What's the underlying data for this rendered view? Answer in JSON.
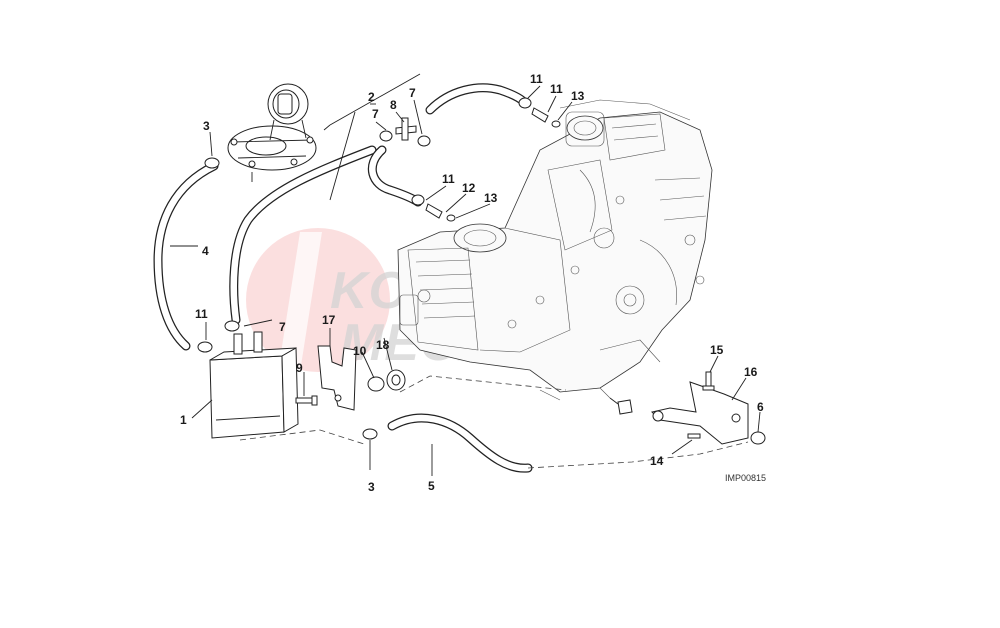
{
  "diagram": {
    "reference_code": "IMP00815",
    "watermark": {
      "line1": "KOH",
      "line2": "MECANICA",
      "color": "#e53935"
    },
    "callouts": [
      {
        "id": "c1",
        "text": "1"
      },
      {
        "id": "c2",
        "text": "2"
      },
      {
        "id": "c3a",
        "text": "3"
      },
      {
        "id": "c3b",
        "text": "3"
      },
      {
        "id": "c4",
        "text": "4"
      },
      {
        "id": "c5",
        "text": "5"
      },
      {
        "id": "c6",
        "text": "6"
      },
      {
        "id": "c7a",
        "text": "7"
      },
      {
        "id": "c7b",
        "text": "7"
      },
      {
        "id": "c7c",
        "text": "7"
      },
      {
        "id": "c8",
        "text": "8"
      },
      {
        "id": "c9",
        "text": "9"
      },
      {
        "id": "c10",
        "text": "10"
      },
      {
        "id": "c11a",
        "text": "11"
      },
      {
        "id": "c11b",
        "text": "11"
      },
      {
        "id": "c11c",
        "text": "11"
      },
      {
        "id": "c11d",
        "text": "11"
      },
      {
        "id": "c12",
        "text": "12"
      },
      {
        "id": "c13a",
        "text": "13"
      },
      {
        "id": "c13b",
        "text": "13"
      },
      {
        "id": "c14",
        "text": "14"
      },
      {
        "id": "c15",
        "text": "15"
      },
      {
        "id": "c16",
        "text": "16"
      },
      {
        "id": "c17",
        "text": "17"
      },
      {
        "id": "c18",
        "text": "18"
      }
    ]
  }
}
